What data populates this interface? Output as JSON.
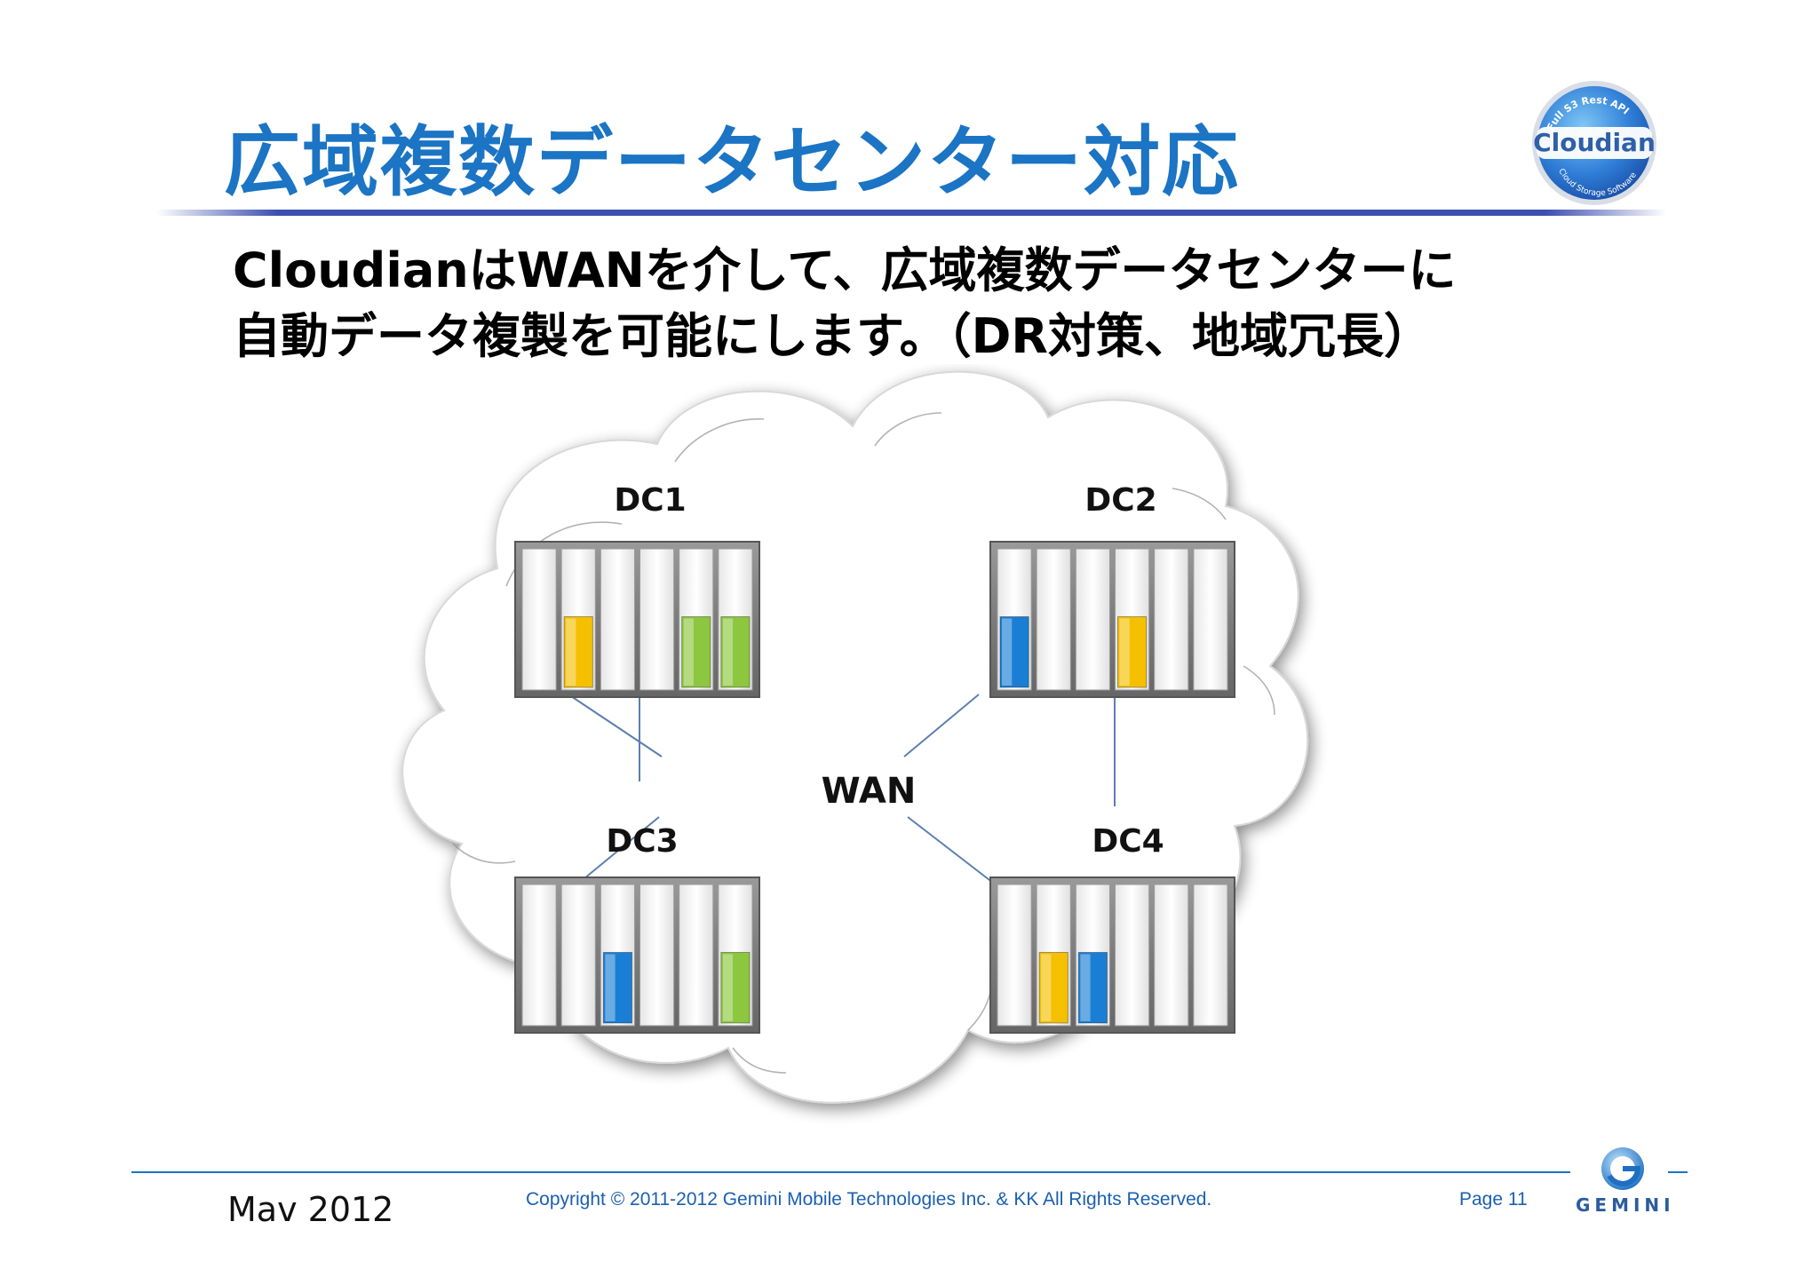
{
  "slide": {
    "title": "広域複数データセンター対応",
    "subtitle_lines": [
      "CloudianはWANを介して、広域複数データセンターに",
      "自動データ複製を可能にします。（DR対策、地域冗長）"
    ]
  },
  "logo": {
    "arc_text": "Full S3 Rest API",
    "brand": "Cloudian",
    "tagline": "Cloud Storage Software"
  },
  "diagram": {
    "center_label": "WAN",
    "datacenters": [
      {
        "label": "DC1",
        "filled": [
          null,
          "yellow",
          null,
          null,
          "green",
          "green"
        ]
      },
      {
        "label": "DC2",
        "filled": [
          "blue",
          null,
          null,
          "yellow",
          null,
          null
        ]
      },
      {
        "label": "DC3",
        "filled": [
          null,
          null,
          "blue",
          null,
          null,
          "green"
        ]
      },
      {
        "label": "DC4",
        "filled": [
          null,
          "yellow",
          "blue",
          null,
          null,
          null
        ]
      }
    ],
    "colors": {
      "yellow": "#f5c000",
      "green": "#8dc63f",
      "blue": "#1a7fd4"
    }
  },
  "footer": {
    "date": "Mav 2012",
    "copyright": "Copyright © 2011-2012 Gemini Mobile Technologies Inc. & KK   All Rights Reserved.",
    "page": "Page 11",
    "company": "GEMINI"
  }
}
